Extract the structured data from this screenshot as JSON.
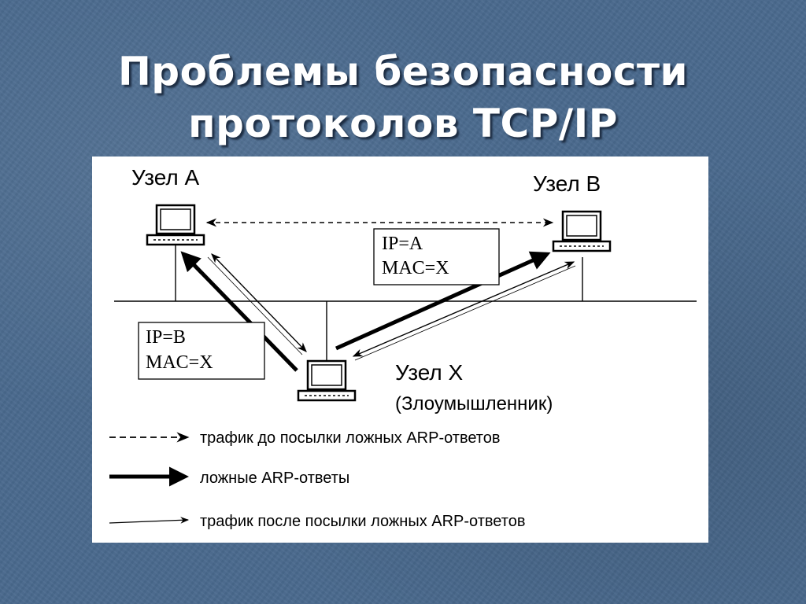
{
  "slide": {
    "title_line1": "Проблемы безопасности",
    "title_line2": "протоколов TCP/IP"
  },
  "diagram": {
    "node_a": "Узел А",
    "node_b": "Узел В",
    "node_x": "Узел Х",
    "node_x_role": "(Злоумышленник)",
    "box_a": {
      "ip": "IP=A",
      "mac": "MAC=X"
    },
    "box_b": {
      "ip": "IP=B",
      "mac": "MAC=X"
    }
  },
  "legend": {
    "dashed": "трафик до посылки ложных ARP-ответов",
    "thick": "ложные ARP-ответы",
    "thin": "трафик после посылки ложных ARP-ответов"
  },
  "colors": {
    "background": "#4a6a8e",
    "title_text": "#ffffff",
    "diagram_ink": "#000000"
  }
}
